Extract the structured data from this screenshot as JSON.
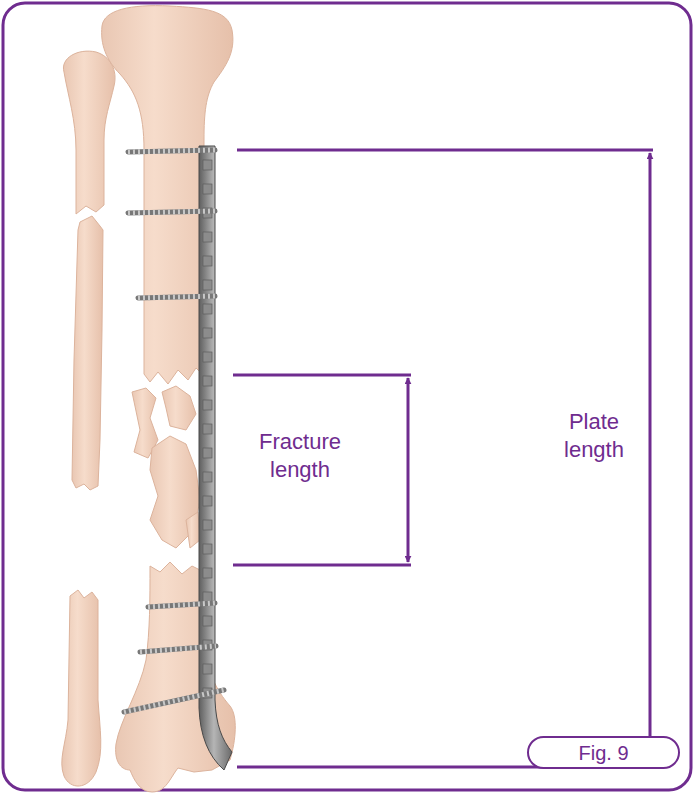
{
  "diagram": {
    "nodes": [
      {
        "text": [
          "Fig. 9"
        ]
      }
    ],
    "labels": [
      "Fracture length",
      "Plate length"
    ]
  }
}
